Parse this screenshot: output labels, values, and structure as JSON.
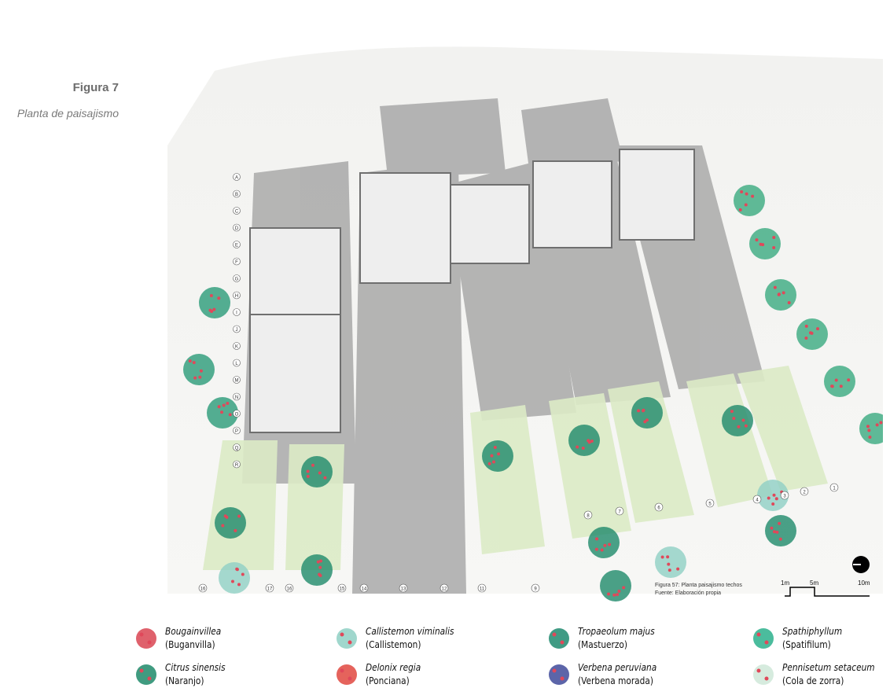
{
  "header": {
    "figure_number": "Figura 7",
    "figure_title": "Planta de paisajismo"
  },
  "plan": {
    "row_labels": [
      "A",
      "B",
      "C",
      "D",
      "E",
      "F",
      "G",
      "H",
      "I",
      "J",
      "K",
      "L",
      "M",
      "N",
      "O",
      "P",
      "Q",
      "R"
    ],
    "bottom_axis_labels": [
      "16",
      "17",
      "16",
      "15",
      "14",
      "13",
      "12",
      "11",
      "9",
      "8",
      "7",
      "6",
      "5",
      "4",
      "3",
      "2",
      "1"
    ],
    "caption_line1": "Figura 57: Planta paisajismo techos",
    "caption_line2": "Fuente: Elaboración propia",
    "scale": {
      "label_1": "1m",
      "label_5": "5m",
      "label_10": "10m"
    }
  },
  "legend": [
    {
      "scientific": "Bougainvillea",
      "common": "(Buganvilla)",
      "icon": "bougainvillea-icon",
      "color": "#d94552"
    },
    {
      "scientific": "Callistemon viminalis",
      "common": "(Callistemon)",
      "icon": "callistemon-icon",
      "color": "#8fd0c4"
    },
    {
      "scientific": "Tropaeolum majus",
      "common": "(Mastuerzo)",
      "icon": "tropaeolum-icon",
      "color": "#1f8a6e"
    },
    {
      "scientific": "Spathiphyllum",
      "common": "(Spatifilum)",
      "icon": "spathiphyllum-icon",
      "color": "#2bb08c"
    },
    {
      "scientific": "Citrus sinensis",
      "common": "(Naranjo)",
      "icon": "citrus-icon",
      "color": "#1e8a6a"
    },
    {
      "scientific": "Delonix regia",
      "common": "(Ponciana)",
      "icon": "delonix-icon",
      "color": "#e0483f"
    },
    {
      "scientific": "Verbena peruviana",
      "common": "(Verbena morada)",
      "icon": "verbena-icon",
      "color": "#3f4a9a"
    },
    {
      "scientific": "Pennisetum setaceum",
      "common": "(Cola de zorra)",
      "icon": "pennisetum-icon",
      "color": "#cfe8d8"
    }
  ]
}
